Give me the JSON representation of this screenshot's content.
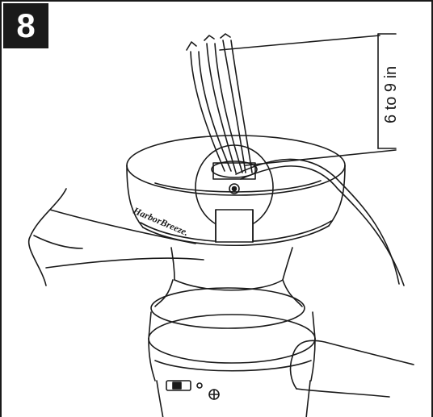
{
  "step": {
    "number": "8"
  },
  "dimension": {
    "label": "6 to 9 in"
  },
  "canopy_brand": {
    "text": "HarborBreeze."
  },
  "colors": {
    "line": "#1a1a1a",
    "badge_background": "#1a1a1a",
    "badge_text": "#ffffff",
    "background": "#ffffff"
  }
}
